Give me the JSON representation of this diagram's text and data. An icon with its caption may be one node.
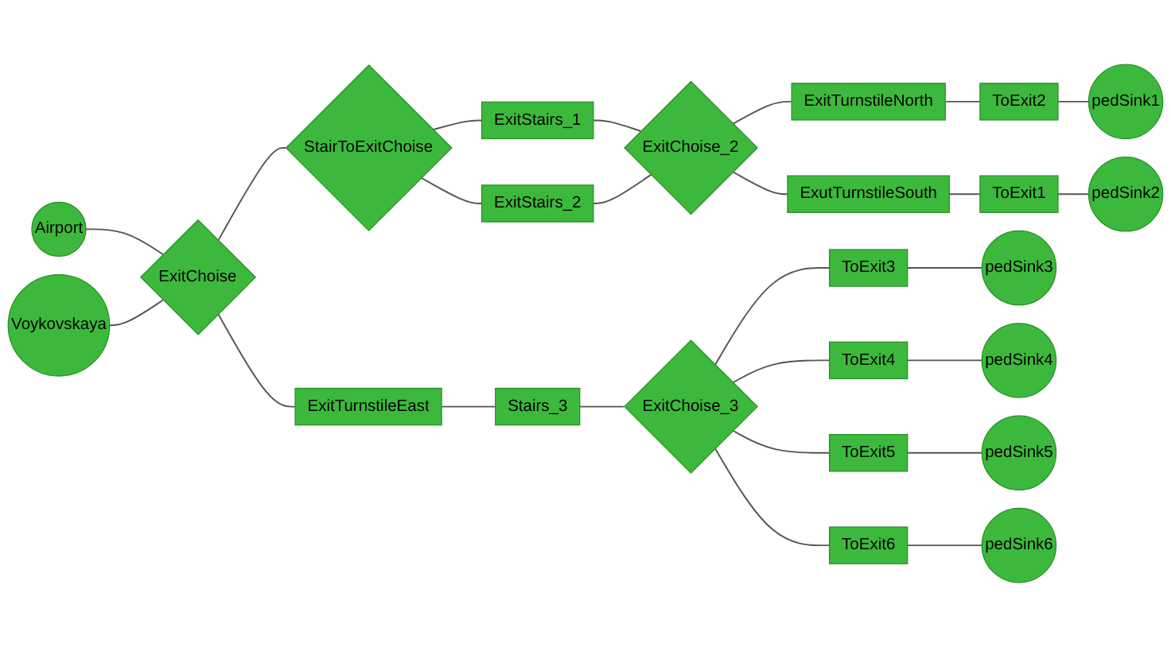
{
  "diagram": {
    "nodes": [
      {
        "text": [
          "Airport"
        ]
      },
      {
        "text": [
          "Voykovskaya"
        ]
      },
      {
        "text": [
          "ExitChoise"
        ]
      },
      {
        "text": [
          "StairToExitChoise"
        ]
      },
      {
        "text": [
          "ExitStairs_1"
        ]
      },
      {
        "text": [
          "ExitStairs_2"
        ]
      },
      {
        "text": [
          "ExitChoise_2"
        ]
      },
      {
        "text": [
          "ExitTurnstileNorth"
        ]
      },
      {
        "text": [
          "ToExit2"
        ]
      },
      {
        "text": [
          "pedSink1"
        ]
      },
      {
        "text": [
          "ExutTurnstileSouth"
        ]
      },
      {
        "text": [
          "ToExit1"
        ]
      },
      {
        "text": [
          "pedSink2"
        ]
      },
      {
        "text": [
          "ExitTurnstileEast"
        ]
      },
      {
        "text": [
          "Stairs_3"
        ]
      },
      {
        "text": [
          "ExitChoise_3"
        ]
      },
      {
        "text": [
          "ToExit3"
        ]
      },
      {
        "text": [
          "pedSink3"
        ]
      },
      {
        "text": [
          "ToExit4"
        ]
      },
      {
        "text": [
          "pedSink4"
        ]
      },
      {
        "text": [
          "ToExit5"
        ]
      },
      {
        "text": [
          "pedSink5"
        ]
      },
      {
        "text": [
          "ToExit6"
        ]
      },
      {
        "text": [
          "pedSink6"
        ]
      }
    ],
    "edges": [
      {
        "from": 0,
        "to": 2,
        "arrow": "none"
      },
      {
        "from": 1,
        "to": 2,
        "arrow": "none"
      },
      {
        "from": 2,
        "to": 3,
        "arrow": "none"
      },
      {
        "from": 2,
        "to": 13,
        "arrow": "none"
      },
      {
        "from": 3,
        "to": 4,
        "arrow": "none"
      },
      {
        "from": 3,
        "to": 5,
        "arrow": "none"
      },
      {
        "from": 4,
        "to": 6,
        "arrow": "none"
      },
      {
        "from": 5,
        "to": 6,
        "arrow": "none"
      },
      {
        "from": 6,
        "to": 7,
        "arrow": "none"
      },
      {
        "from": 6,
        "to": 10,
        "arrow": "none"
      },
      {
        "from": 7,
        "to": 8,
        "arrow": "none"
      },
      {
        "from": 8,
        "to": 9,
        "arrow": "none"
      },
      {
        "from": 10,
        "to": 11,
        "arrow": "none"
      },
      {
        "from": 11,
        "to": 12,
        "arrow": "none"
      },
      {
        "from": 13,
        "to": 14,
        "arrow": "none"
      },
      {
        "from": 14,
        "to": 15,
        "arrow": "none"
      },
      {
        "from": 15,
        "to": 16,
        "arrow": "none"
      },
      {
        "from": 15,
        "to": 18,
        "arrow": "none"
      },
      {
        "from": 15,
        "to": 20,
        "arrow": "none"
      },
      {
        "from": 15,
        "to": 22,
        "arrow": "none"
      },
      {
        "from": 16,
        "to": 17,
        "arrow": "none"
      },
      {
        "from": 18,
        "to": 19,
        "arrow": "none"
      },
      {
        "from": 20,
        "to": 21,
        "arrow": "none"
      },
      {
        "from": 22,
        "to": 23,
        "arrow": "none"
      }
    ]
  }
}
